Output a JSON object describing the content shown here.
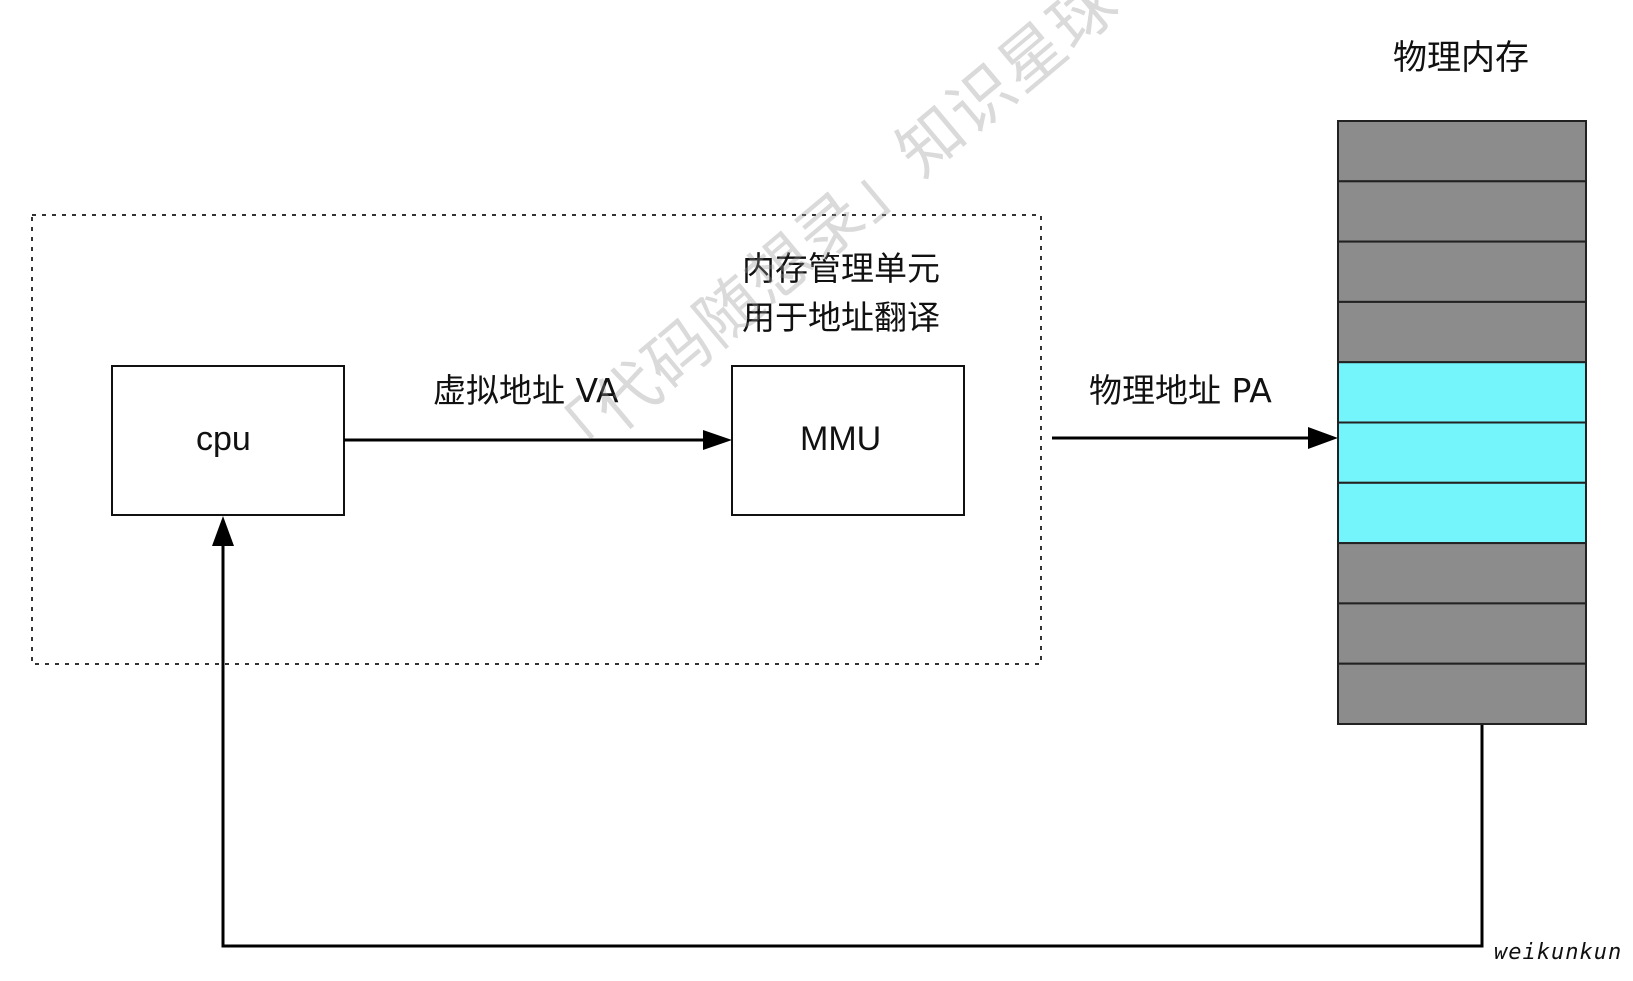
{
  "diagram": {
    "memory_title": "物理内存",
    "cpu_label": "cpu",
    "mmu_label": "MMU",
    "mmu_description_line1": "内存管理单元",
    "mmu_description_line2": "用于地址翻译",
    "va_label": "虚拟地址 VA",
    "pa_label": "物理地址 PA",
    "author": "weikunkun",
    "watermark": "「代码随想录」知识星球"
  },
  "memory": {
    "cells": [
      "gray",
      "gray",
      "gray",
      "gray",
      "cyan",
      "cyan",
      "cyan",
      "gray",
      "gray",
      "gray"
    ],
    "colors": {
      "gray": "#8c8c8c",
      "cyan": "#73f5fb",
      "border": "#222222"
    }
  }
}
